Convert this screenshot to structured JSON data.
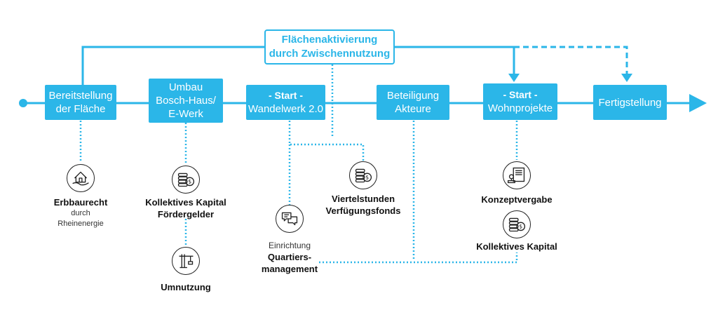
{
  "top_box": {
    "line1": "Flächenaktivierung",
    "line2": "durch Zwischennutzung"
  },
  "boxes": [
    {
      "id": "bereitstellung",
      "lines": [
        "Bereitstellung",
        "der Fläche"
      ]
    },
    {
      "id": "umbau",
      "lines": [
        "Umbau",
        "Bosch-Haus/",
        "E-Werk"
      ]
    },
    {
      "id": "wandelwerk",
      "lines": [
        "- Start -",
        "Wandelwerk 2.0"
      ]
    },
    {
      "id": "beteiligung",
      "lines": [
        "Beteiligung",
        "Akteure"
      ]
    },
    {
      "id": "wohnprojekte",
      "lines": [
        "- Start -",
        "Wohnprojekte"
      ]
    },
    {
      "id": "fertigstellung",
      "lines": [
        "Fertigstellung"
      ]
    }
  ],
  "items": {
    "erbbaurecht": {
      "bold": "Erbbaurecht",
      "sub1": "durch",
      "sub2": "Rheinenergie",
      "icon": "house-hand-icon"
    },
    "kapital1": {
      "bold1": "Kollektives Kapital",
      "bold2": "Fördergelder",
      "icon": "coins-icon"
    },
    "umnutzung": {
      "bold": "Umnutzung",
      "icon": "crane-icon"
    },
    "viertelstunden": {
      "bold1": "Viertelstunden",
      "bold2": "Verfügungsfonds",
      "icon": "coins-icon"
    },
    "quartier": {
      "normal": "Einrichtung",
      "bold1": "Quartiers-",
      "bold2": "management",
      "icon": "speech-bubbles-icon"
    },
    "konzept": {
      "bold": "Konzeptvergabe",
      "icon": "contract-stamp-icon"
    },
    "kapital2": {
      "bold": "Kollektives Kapital",
      "icon": "coins-icon"
    }
  },
  "colors": {
    "accent": "#2bb6e8",
    "icon_stroke": "#222222",
    "text": "#111111"
  }
}
